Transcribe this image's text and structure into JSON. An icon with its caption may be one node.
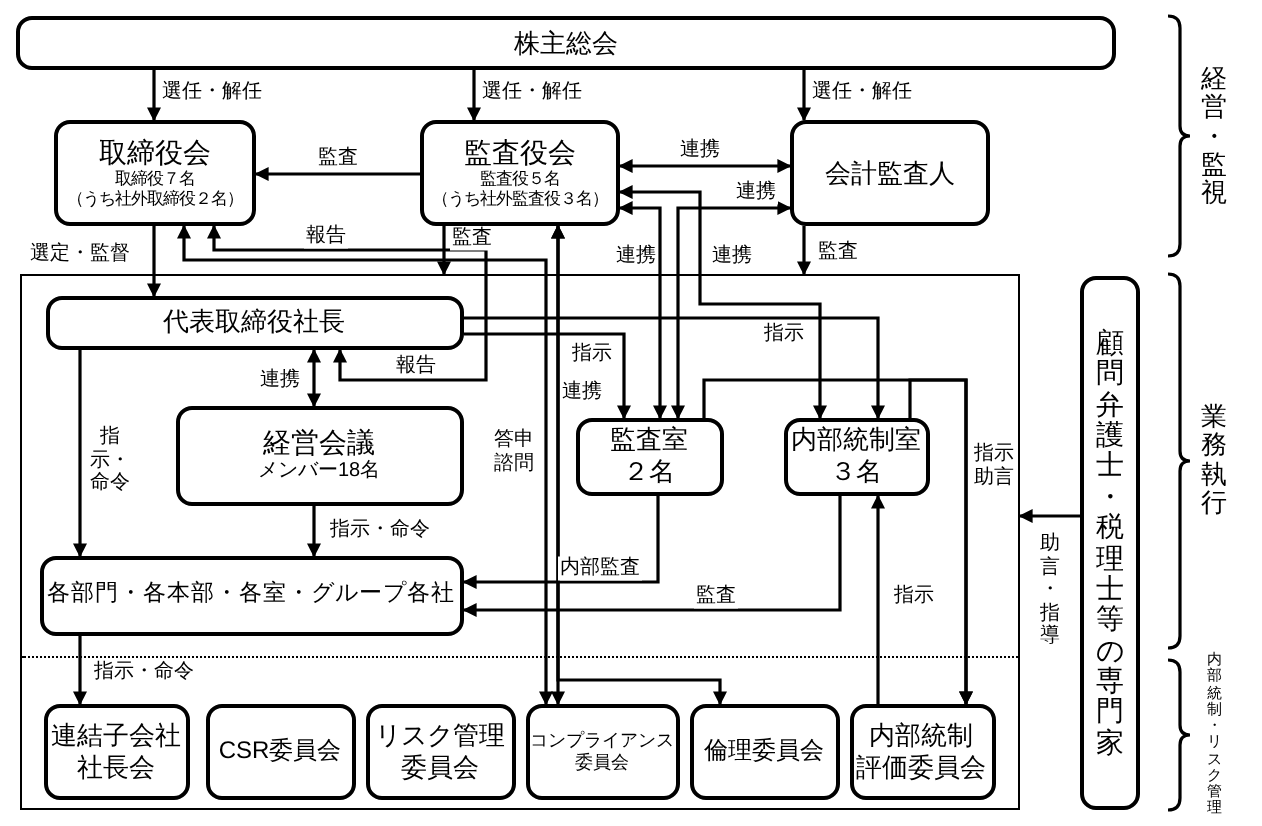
{
  "diagram": {
    "nodes": [
      {
        "text": [
          "株主総会"
        ]
      },
      {
        "text": [
          "取締役会",
          "取締役７名（うち社外取締役２名）"
        ]
      },
      {
        "text": [
          "監査役会",
          "監査役５名（うち社外監査役３名）"
        ]
      },
      {
        "text": [
          "会計監査人"
        ]
      },
      {
        "text": [],
        "shape": "box"
      },
      {
        "text": [
          "代表取締役社長"
        ],
        "in": 4
      },
      {
        "text": [
          "経営会議",
          "メンバー18名"
        ],
        "in": 4
      },
      {
        "text": [
          "監査室",
          "２名"
        ],
        "in": 4
      },
      {
        "text": [
          "内部統制室",
          "３名"
        ],
        "in": 4
      },
      {
        "text": [
          "各部門・各本部・各室・グループ各社"
        ],
        "in": 4
      },
      {
        "text": [
          "連結子会社社長会"
        ],
        "in": 4
      },
      {
        "text": [
          "CSR委員会"
        ],
        "in": 4
      },
      {
        "text": [
          "リスク管理委員会"
        ],
        "in": 4
      },
      {
        "text": [
          "コンプライアンス委員会"
        ],
        "in": 4
      },
      {
        "text": [
          "倫理委員会"
        ],
        "in": 4
      },
      {
        "text": [
          "内部統制評価委員会"
        ],
        "in": 4
      },
      {
        "text": [
          "顧問弁護士・税理士等の専門家"
        ]
      }
    ],
    "edges": [
      {
        "from": 0,
        "to": 1,
        "arrow": "to",
        "label": "選任・解任"
      },
      {
        "from": 0,
        "to": 2,
        "arrow": "to",
        "label": "選任・解任"
      },
      {
        "from": 0,
        "to": 3,
        "arrow": "to",
        "label": "選任・解任"
      },
      {
        "from": 2,
        "to": 1,
        "arrow": "to",
        "label": "監査"
      },
      {
        "from": 2,
        "to": 3,
        "arrow": "both",
        "label": "連携"
      },
      {
        "from": 2,
        "to": 7,
        "arrow": "both",
        "label": "連携"
      },
      {
        "from": 3,
        "to": 7,
        "arrow": "both",
        "label": "連携"
      },
      {
        "from": 2,
        "to": 8,
        "arrow": "both",
        "label": "連携"
      },
      {
        "from": 1,
        "to": 5,
        "arrow": "to",
        "label": "選定・監督"
      },
      {
        "from": 2,
        "to": 4,
        "arrow": "to",
        "label": "監査"
      },
      {
        "from": 3,
        "to": 4,
        "arrow": "to",
        "label": "監査"
      },
      {
        "from": 5,
        "to": 1,
        "arrow": "both",
        "label": "報告"
      },
      {
        "from": 1,
        "to": 13,
        "arrow": "both",
        "label": "答申諮問"
      },
      {
        "from": 2,
        "to": 13,
        "arrow": "both"
      },
      {
        "from": 2,
        "to": 14,
        "arrow": "both"
      },
      {
        "from": 5,
        "to": 7,
        "arrow": "to",
        "label": "指示"
      },
      {
        "from": 5,
        "to": 8,
        "arrow": "to",
        "label": "指示"
      },
      {
        "from": 5,
        "to": 6,
        "arrow": "both",
        "label": "連携"
      },
      {
        "from": 5,
        "to": 9,
        "arrow": "to",
        "label": "指示・命令"
      },
      {
        "from": 6,
        "to": 9,
        "arrow": "to",
        "label": "指示・命令"
      },
      {
        "from": 7,
        "to": 9,
        "arrow": "to",
        "label": "内部監査"
      },
      {
        "from": 8,
        "to": 9,
        "arrow": "to",
        "label": "監査"
      },
      {
        "from": 15,
        "to": 8,
        "arrow": "to",
        "label": "指示"
      },
      {
        "from": 7,
        "to": 15,
        "arrow": "to",
        "label": "指示助言"
      },
      {
        "from": 8,
        "to": 15,
        "arrow": "to"
      },
      {
        "from": 16,
        "to": 4,
        "arrow": "to",
        "label": "助言・指導"
      },
      {
        "from": 9,
        "to": 10,
        "arrow": "to",
        "label": "指示・命令"
      }
    ],
    "labels": [
      "報告",
      "連携",
      "経営・監視",
      "業務執行",
      "内部統制・リスク管理"
    ]
  }
}
